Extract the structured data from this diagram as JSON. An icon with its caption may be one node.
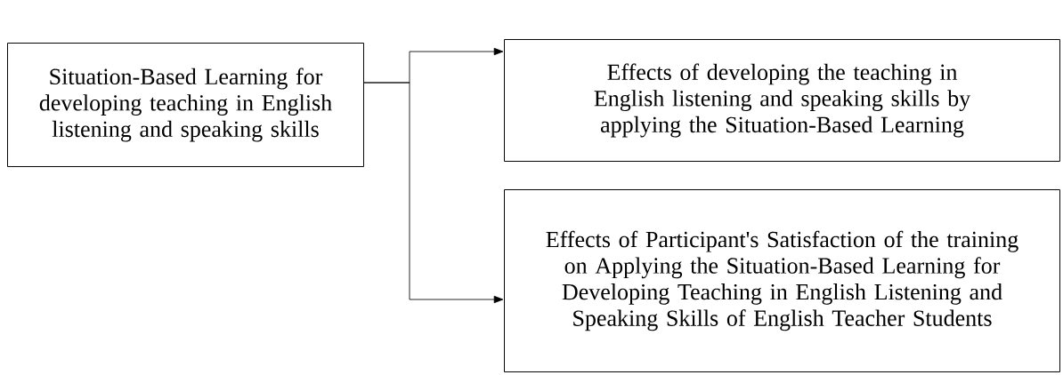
{
  "diagram": {
    "nodes": [
      {
        "text": [
          "Situation-Based Learning for developing teaching in English listening and speaking skills"
        ]
      },
      {
        "text": [
          "Effects of developing the teaching in English listening and speaking skills by applying the Situation-Based Learning"
        ]
      },
      {
        "text": [
          "Effects of Participant's Satisfaction of the training on Applying the Situation-Based Learning for Developing Teaching in English Listening and Speaking Skills of English Teacher Students"
        ]
      }
    ],
    "edges": [
      {
        "from": 0,
        "to": 1,
        "arrow": "to"
      },
      {
        "from": 0,
        "to": 2,
        "arrow": "to"
      }
    ]
  }
}
